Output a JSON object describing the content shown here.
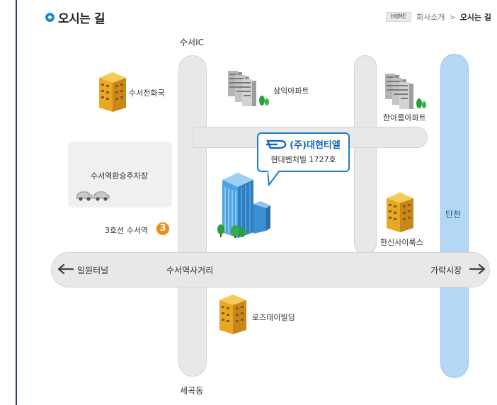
{
  "header": {
    "title": "오시는 길",
    "breadcrumb": {
      "home": "HOME",
      "section": "회사소개",
      "separator": ">",
      "current": "오시는 길"
    }
  },
  "map": {
    "road_labels": {
      "top": "수서IC",
      "bottom": "세곡동",
      "left": "일원터널",
      "center": "수서역사거리",
      "right": "가락시장"
    },
    "river_label": "탄천",
    "places": {
      "telephone_office": "수서전화국",
      "samik_apartment": "삼익아파트",
      "hanareum_apartment": "한아름아파트",
      "parking_lot": "수서역환승주차장",
      "station": "3호선 수서역",
      "station_line": "3",
      "hanshin_silux": "한신사이룩스",
      "rose_building": "로즈데이빌딩"
    },
    "company": {
      "name": "(주)대현티엘",
      "address": "현대벤처빌 1727호"
    },
    "colors": {
      "road": "#e8e8e8",
      "river": "#b4d7f5",
      "accent": "#1e7ccb",
      "station": "#f08c1a"
    }
  }
}
